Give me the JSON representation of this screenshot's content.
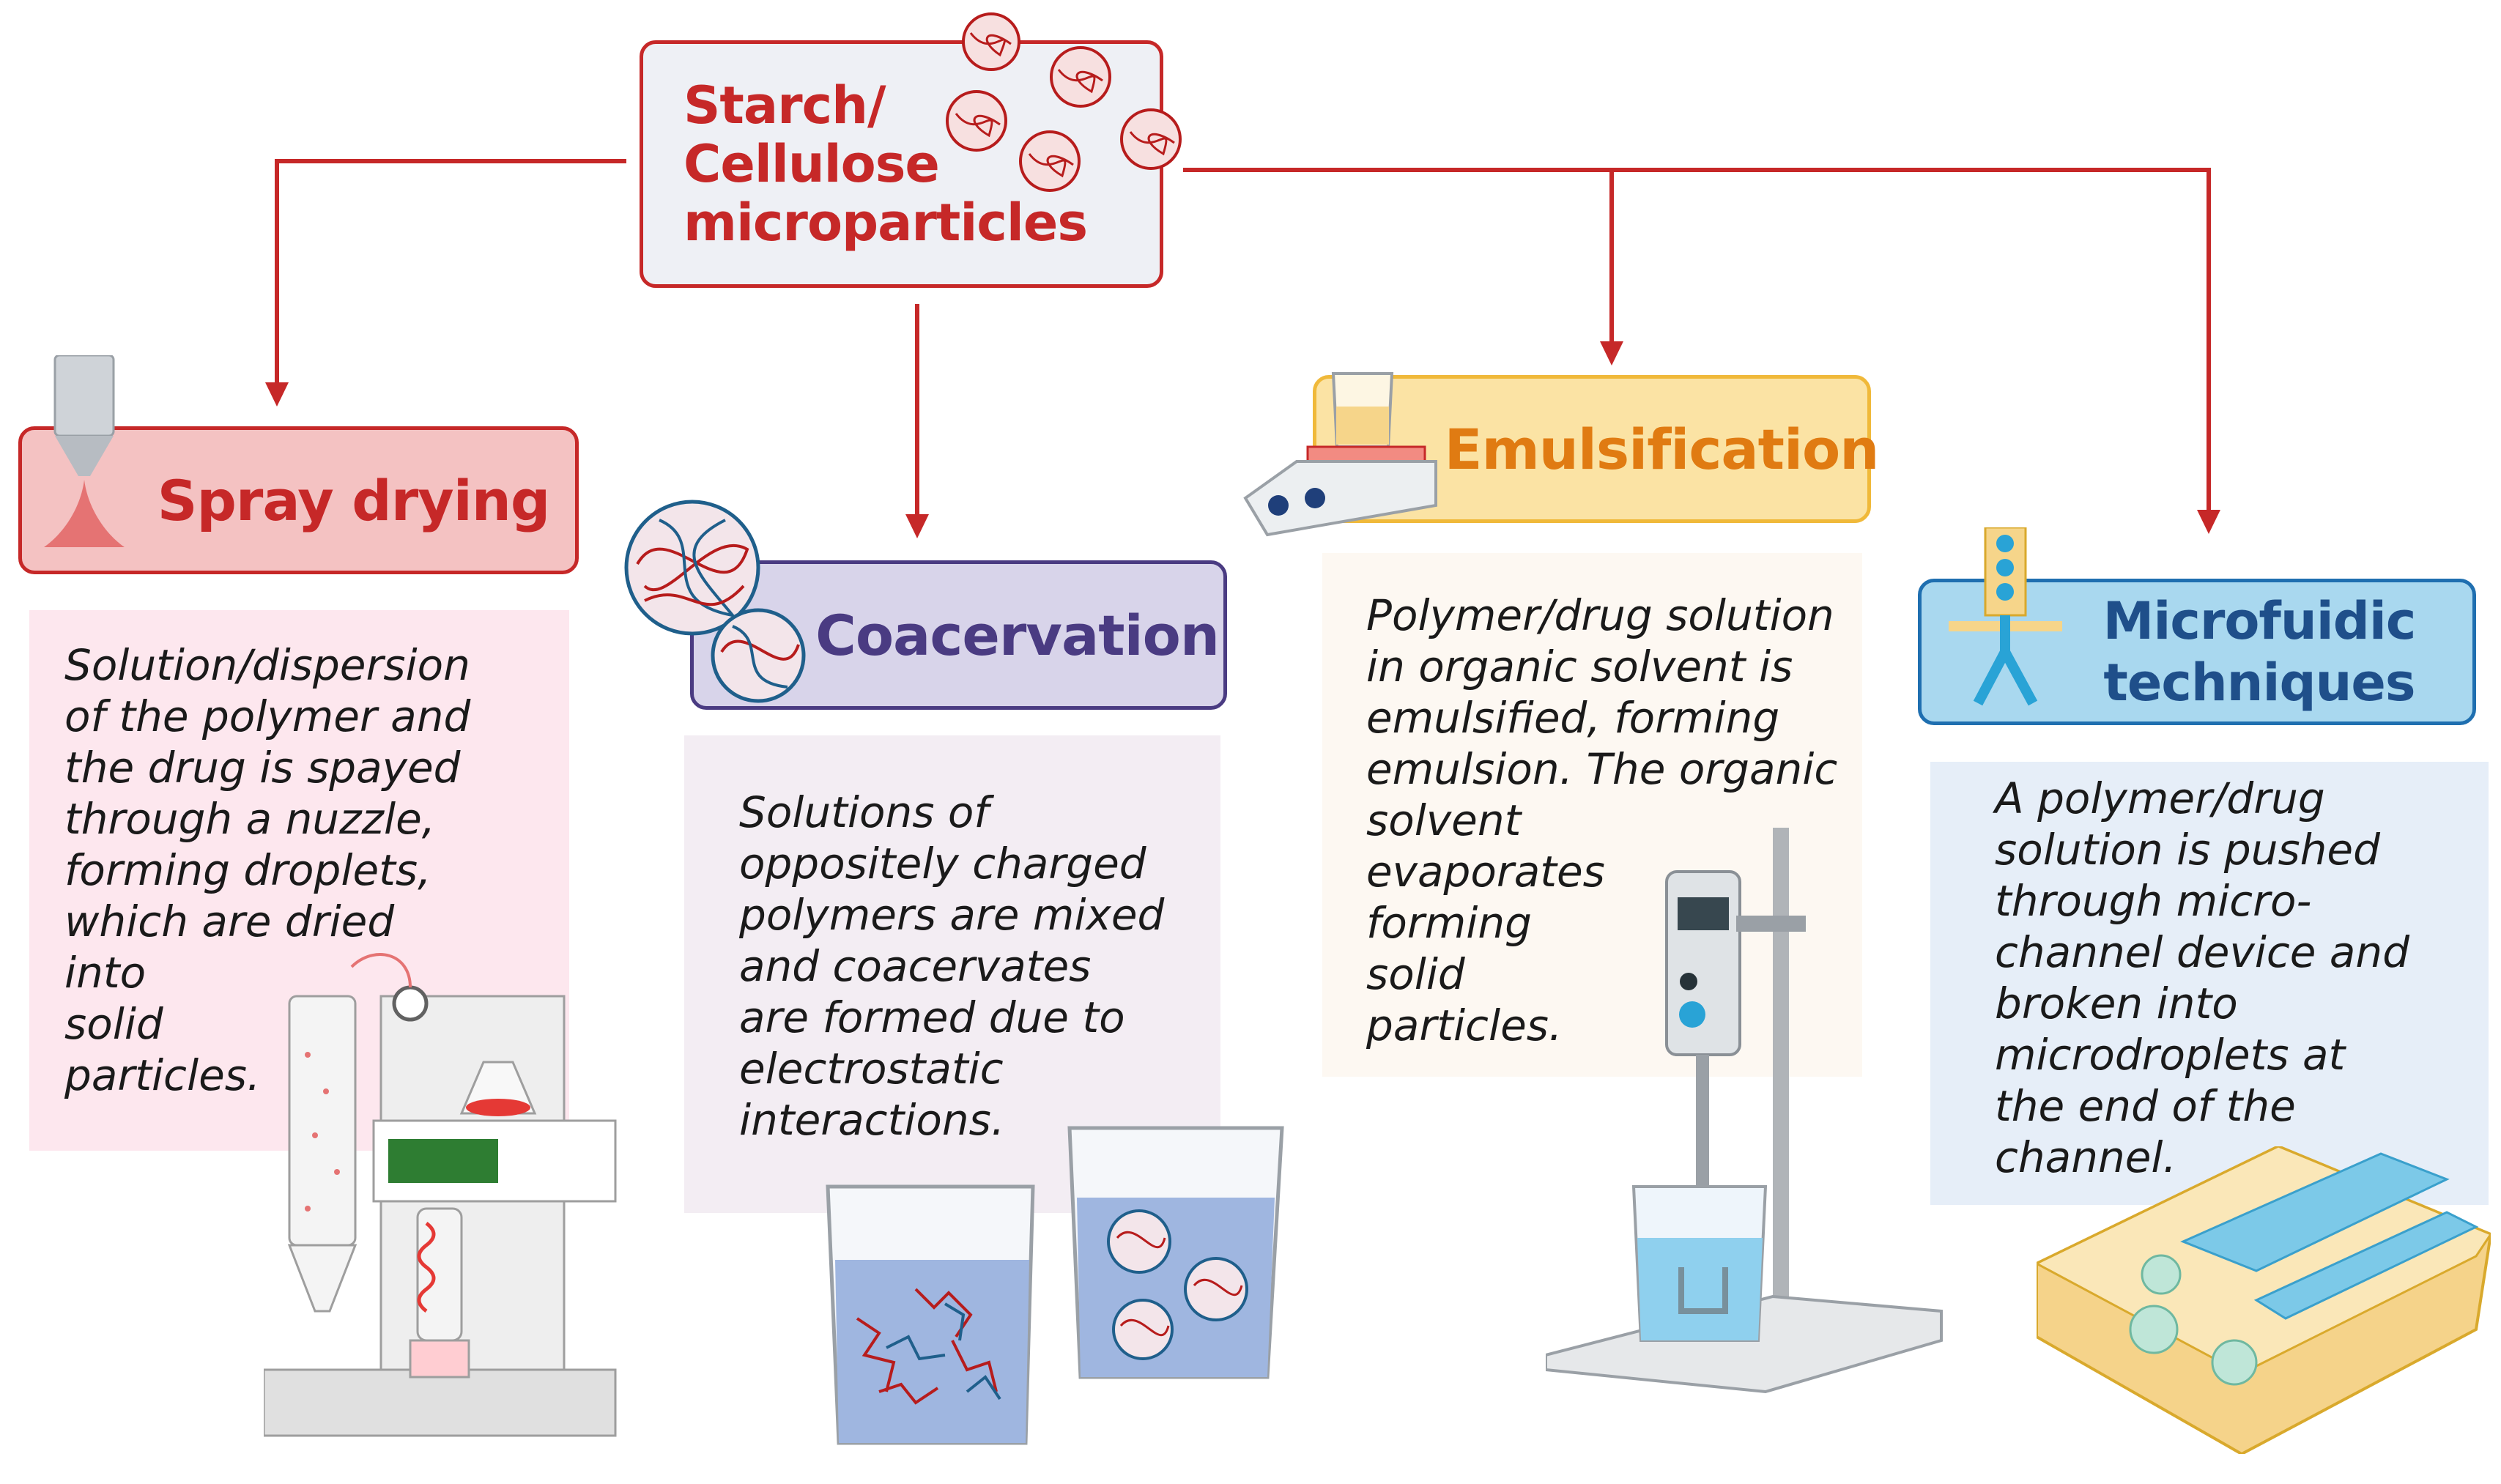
{
  "title_box": {
    "text": "Starch/\nCellulose\nmicroparticles"
  },
  "methods": [
    {
      "id": "spray",
      "title": "Spray drying",
      "description": "Solution/dispersion\nof the polymer and\nthe drug  is spayed\nthrough a nuzzle,\nforming droplets,\nwhich are dried\ninto\nsolid\nparticles."
    },
    {
      "id": "coacervation",
      "title": "Coacervation",
      "description": "Solutions of\noppositely charged\npolymers are mixed\nand  coacervates\nare formed due to\nelectrostatic\ninteractions."
    },
    {
      "id": "emulsification",
      "title": "Emulsification",
      "description": "Polymer/drug solution\nin organic solvent is\nemulsified, forming\nemulsion. The organic\nsolvent\nevaporates\nforming\nsolid\nparticles."
    },
    {
      "id": "microfluidic",
      "title": "Microfuidic\ntechniques",
      "description": "A polymer/drug\nsolution is pushed\nthrough micro-\nchannel device and\nbroken into\nmicrodroplets at\nthe end of the\nchannel."
    }
  ],
  "colors": {
    "arrow": "#c62828",
    "title_text": "#c62828",
    "spray": "#c62828",
    "coacervation": "#4a3b82",
    "emulsification": "#e07b12",
    "microfluidic": "#1f4f8a"
  },
  "icons": [
    "spray-nozzle-icon",
    "spray-dryer-icon",
    "polymer-particle-icon",
    "beaker-icon",
    "hotplate-stirrer-icon",
    "overhead-stirrer-icon",
    "microfluidic-chip-icon",
    "flow-focusing-icon"
  ]
}
